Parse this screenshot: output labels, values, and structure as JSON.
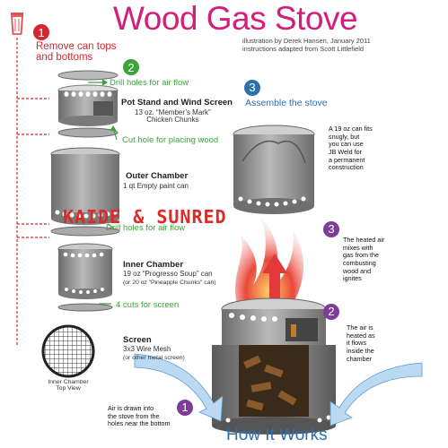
{
  "title": "Wood Gas Stove",
  "credit": "illustration by Derek Hansen, January 2011\ninstructions adapted from Scott Littlefield",
  "step1": {
    "num": "1",
    "text": "Remove can tops\nand bottoms"
  },
  "step2": {
    "num": "2",
    "text": "Drill holes for air flow"
  },
  "step3": {
    "num": "3",
    "text": "Assemble the stove"
  },
  "callouts": {
    "cut_wood": "Cut hole for placing wood",
    "drill_flow": "Drill holes for air flow",
    "cuts_screen": "4 cuts for screen"
  },
  "parts": {
    "pot_stand": {
      "title": "Pot Stand and Wind Screen",
      "desc": "13 oz. “Member’s Mark”\nChicken Chunks"
    },
    "outer": {
      "title": "Outer Chamber",
      "desc": "1 qt Empty paint can"
    },
    "inner": {
      "title": "Inner Chamber",
      "desc": "19 oz “Progresso Soup” can",
      "alt": "(or 20 oz “Pineapple Chunks” can)"
    },
    "screen": {
      "title": "Screen",
      "desc": "3x3 Wire Mesh",
      "alt": "(or other metal screen)"
    }
  },
  "inner_top_view": "Inner Chamber\nTop View",
  "assembly_note": "A 19 oz can fits\nsnugly, but\nyou can use\nJB Weld for\na permanent\nconstruction",
  "how_it_works": {
    "heading": "How It Works",
    "step1": {
      "num": "1",
      "text": "Air is drawn into\nthe stove from the\nholes near the bottom"
    },
    "step2": {
      "num": "2",
      "text": "The air is\nheated as\nit flows\ninside the\nchamber"
    },
    "step3": {
      "num": "3",
      "text": "The heated air\nmixes with\ngas from the\ncombusting\nwood and\nignites"
    }
  },
  "watermark": "KAIDE & SUNRED",
  "colors": {
    "title": "#d21f7a",
    "step_red": "#d72630",
    "step_green": "#3aa43a",
    "step_blue": "#2d6fae",
    "purple": "#7d3c98",
    "can": "#8e8e8e"
  },
  "icons": [
    "trash-can-icon",
    "green-arrow-icon",
    "red-arrow-icon",
    "flame-icon",
    "air-flow-arrow-icon"
  ]
}
